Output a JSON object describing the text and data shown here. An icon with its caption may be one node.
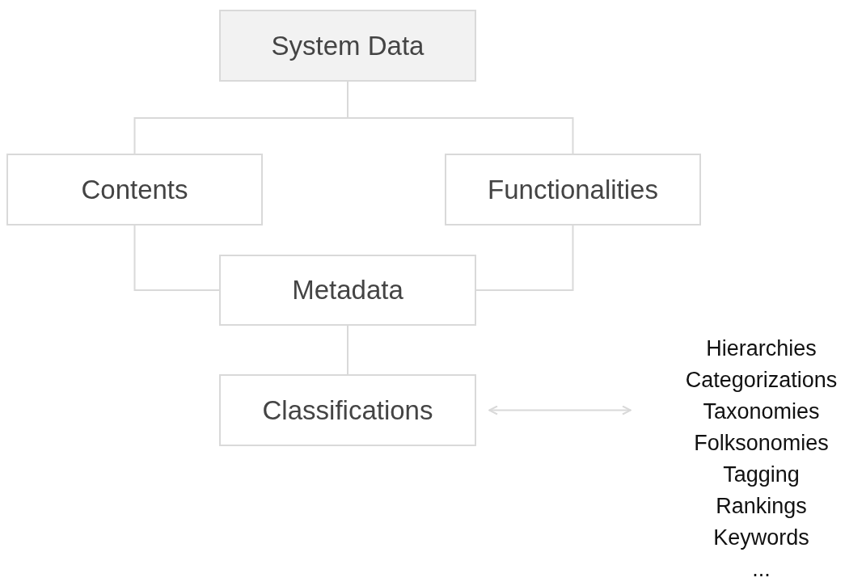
{
  "diagram": {
    "nodes": [
      {
        "text": [
          "System Data"
        ]
      },
      {
        "text": [
          "Contents"
        ]
      },
      {
        "text": [
          "Functionalities"
        ]
      },
      {
        "text": [
          "Metadata"
        ]
      },
      {
        "text": [
          "Classifications"
        ]
      },
      {
        "text": [
          "Hierarchies",
          "Categorizations",
          "Taxonomies",
          "Folksonomies",
          "Tagging",
          "Rankings",
          "Keywords",
          "..."
        ]
      }
    ],
    "edges": [
      {
        "from": 0,
        "to": 1,
        "arrow": "none"
      },
      {
        "from": 0,
        "to": 2,
        "arrow": "none"
      },
      {
        "from": 1,
        "to": 3,
        "arrow": "none"
      },
      {
        "from": 2,
        "to": 3,
        "arrow": "none"
      },
      {
        "from": 3,
        "to": 4,
        "arrow": "none"
      },
      {
        "from": 4,
        "to": 5,
        "arrow": "both"
      }
    ]
  }
}
